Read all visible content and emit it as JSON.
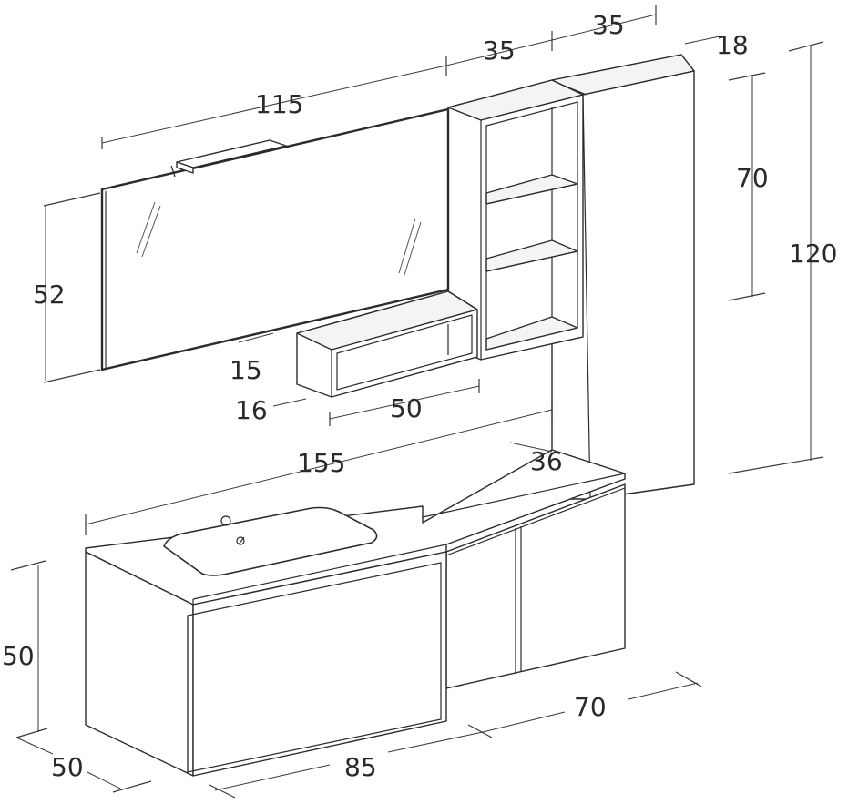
{
  "dimensions": {
    "mirror_width": "115",
    "column_upper_width": "35",
    "column_tall_width": "35",
    "column_depth": "18",
    "column_upper_height": "70",
    "column_tall_height": "120",
    "mirror_height": "52",
    "shelf_height": "15",
    "shelf_depth": "16",
    "shelf_width": "50",
    "top_width": "155",
    "top_side_depth": "36",
    "base_height": "50",
    "base_depth": "50",
    "base_width": "85",
    "side_unit_width": "70"
  },
  "colors": {
    "line": "#2b2b2b",
    "background": "#ffffff"
  }
}
